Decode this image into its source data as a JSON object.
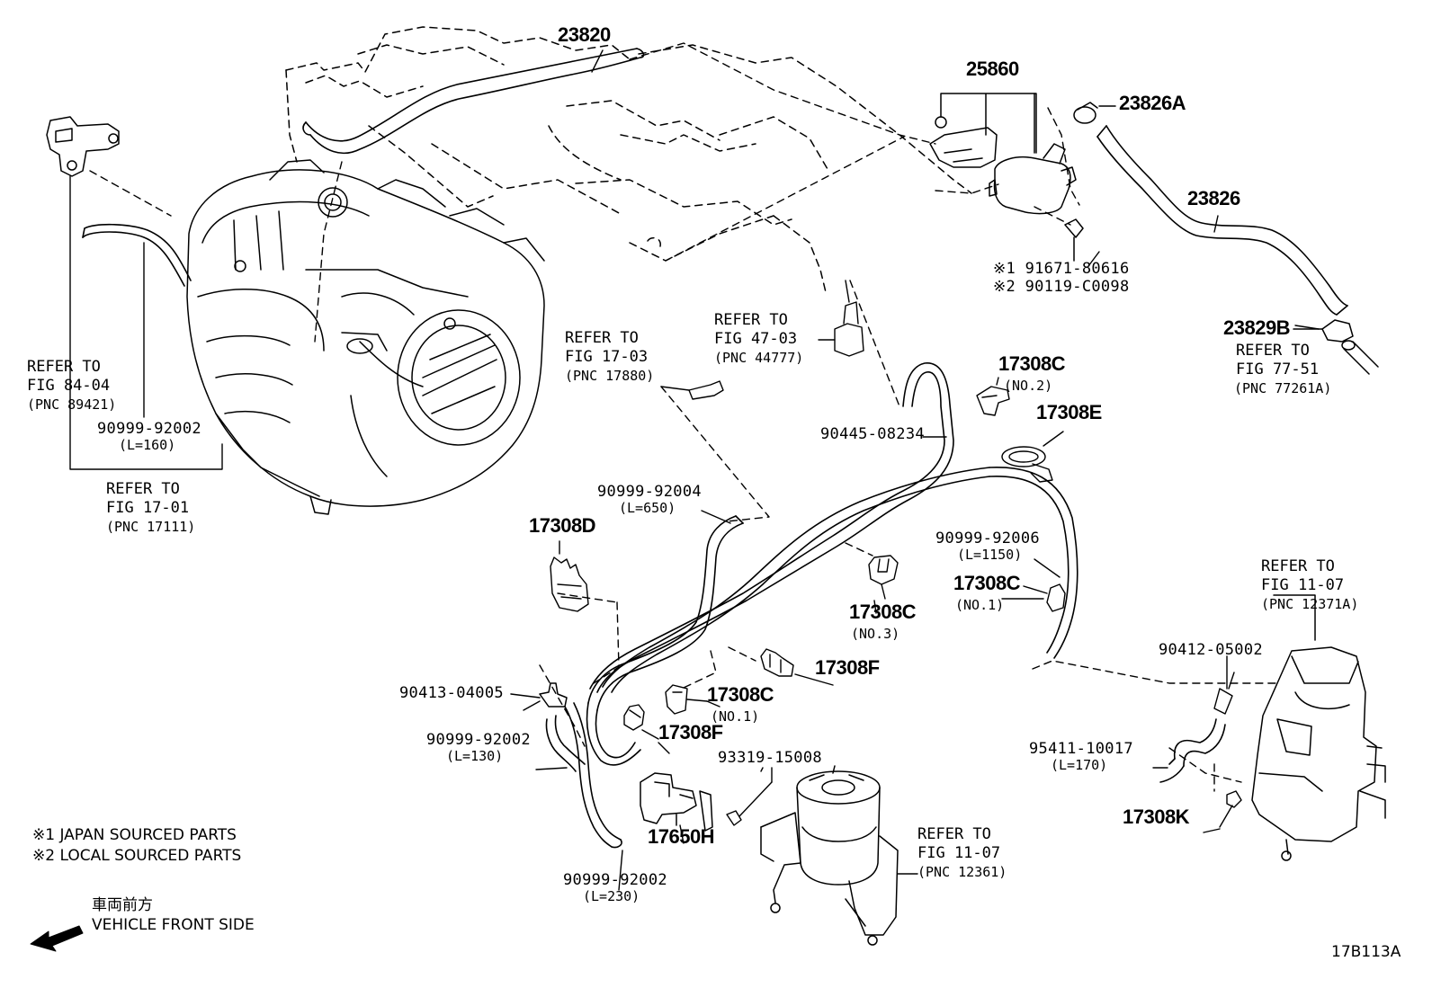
{
  "labels": {
    "p23820": "23820",
    "p25860": "25860",
    "p23826A": "23826A",
    "p23826": "23826",
    "p23829B": "23829B",
    "ref_77_51": [
      "REFER TO",
      "FIG 77-51",
      "(PNC 77261A)"
    ],
    "ref_84_04": [
      "REFER TO",
      "FIG 84-04",
      "(PNC 89421)"
    ],
    "hose_92002_top": "90999-92002",
    "hose_92002_top_len": "(L=160)",
    "ref_17_01": [
      "REFER TO",
      "FIG 17-01",
      "(PNC 17111)"
    ],
    "ref_17_03": [
      "REFER TO",
      "FIG 17-03",
      "(PNC 17880)"
    ],
    "ref_47_03": [
      "REFER TO",
      "FIG 47-03",
      "(PNC 44777)"
    ],
    "screw_note1": "※1 91671-80616",
    "screw_note2": "※2 90119-C0098",
    "p17308C_no2": "17308C",
    "p17308C_no2_sub": "(NO.2)",
    "hose_08234": "90445-08234",
    "p17308E": "17308E",
    "hose_92004": "90999-92004",
    "hose_92004_len": "(L=650)",
    "p17308D": "17308D",
    "hose_92006": "90999-92006",
    "hose_92006_len": "(L=1150)",
    "p17308C_no1_right": "17308C",
    "p17308C_no1_right_sub": "(NO.1)",
    "p17308C_no3": "17308C",
    "p17308C_no3_sub": "(NO.3)",
    "ref_11_07_right": [
      "REFER TO",
      "FIG 11-07",
      "(PNC 12371A)"
    ],
    "p17308F_a": "17308F",
    "p17308C_no1_mid": "17308C",
    "p17308C_no1_mid_sub": "(NO.1)",
    "p17308F_b": "17308F",
    "p90413": "90413-04005",
    "hose_92002_mid": "90999-92002",
    "hose_92002_mid_len": "(L=130)",
    "p93319": "93319-15008",
    "p90412": "90412-05002",
    "p95411": "95411-10017",
    "p95411_len": "(L=170)",
    "p17308K": "17308K",
    "p17650H": "17650H",
    "ref_11_07_bottom": [
      "REFER TO",
      "FIG 11-07",
      "(PNC 12361)"
    ],
    "hose_92002_bot": "90999-92002",
    "hose_92002_bot_len": "(L=230)",
    "note_japan": "※1 JAPAN SOURCED PARTS",
    "note_local": "※2 LOCAL SOURCED PARTS",
    "front_jp": "車両前方",
    "front_en": "VEHICLE FRONT SIDE",
    "fig_code": "17B113A"
  },
  "colors": {
    "line": "#000000",
    "background": "#ffffff"
  }
}
